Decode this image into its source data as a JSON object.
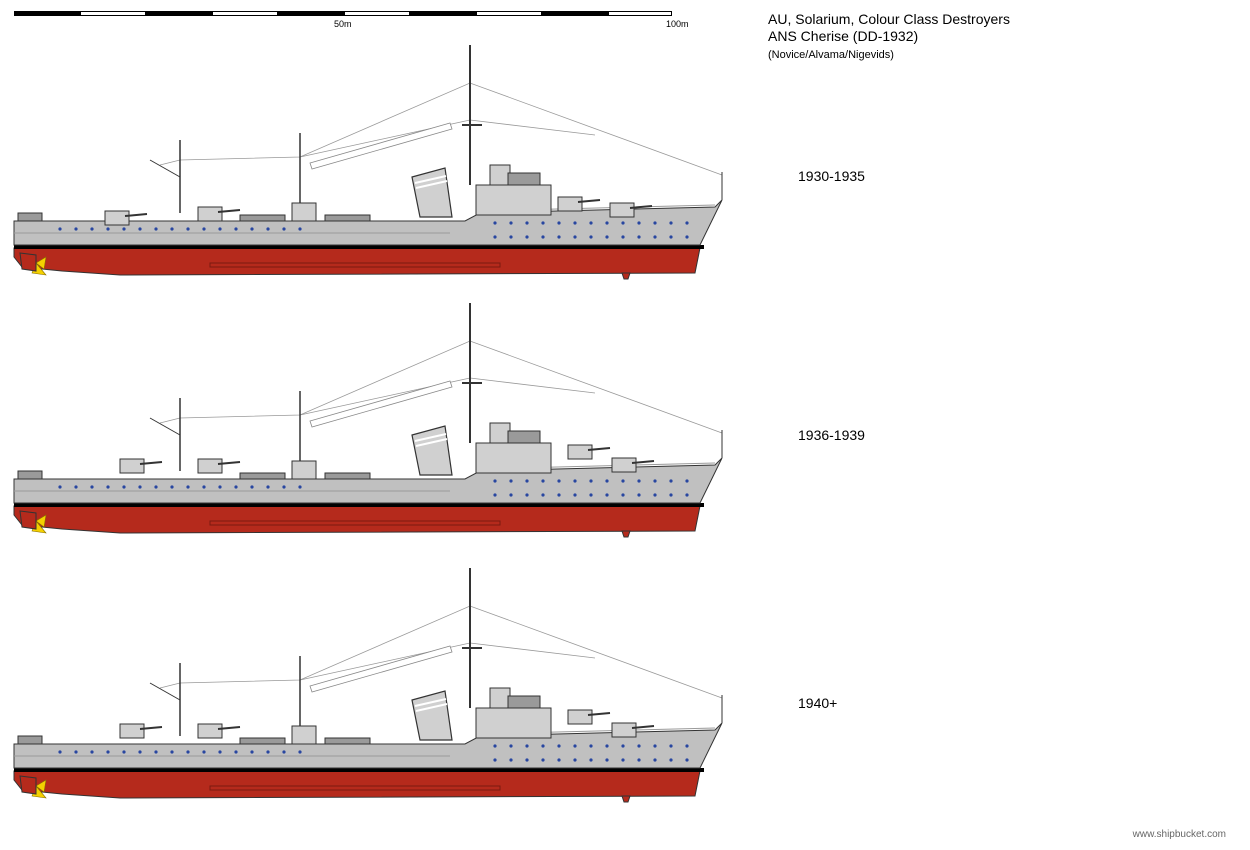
{
  "scale": {
    "mid_label": "50m",
    "end_label": "100m"
  },
  "header": {
    "title_line1": "AU, Solarium, Colour Class Destroyers",
    "title_line2": "ANS Cherise (DD-1932)",
    "credits": "(Novice/Alvama/Nigevids)"
  },
  "profiles": [
    {
      "period": "1930-1935"
    },
    {
      "period": "1936-1939"
    },
    {
      "period": "1940+"
    }
  ],
  "colors": {
    "hull_grey": "#c0c0c0",
    "hull_red": "#b52a1c",
    "boot_black": "#000000",
    "porthole_blue": "#2846a0",
    "propeller": "#f4d000"
  },
  "watermark": "www.shipbucket.com"
}
